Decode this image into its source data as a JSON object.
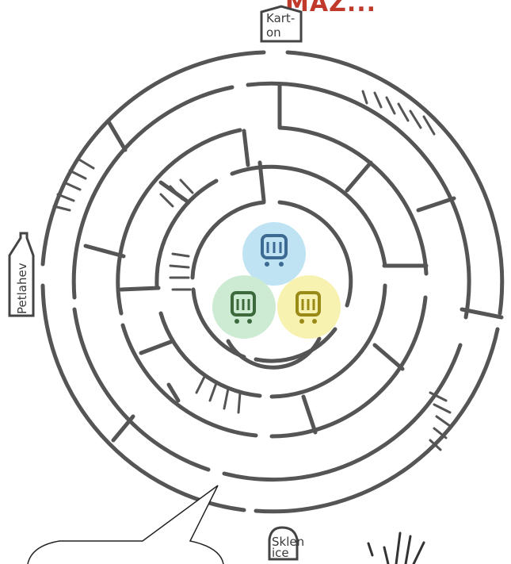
{
  "top_title_fragment": "MAZ...",
  "labels": {
    "carton": "Kart-\non",
    "pet": "Petlahev",
    "glass": "Sklen\nice"
  },
  "bins": [
    {
      "name": "blue-bin",
      "color": "#bfe3f3",
      "bin_color": "#3d6a93"
    },
    {
      "name": "green-bin",
      "color": "#cdebd3",
      "bin_color": "#3c6a3c"
    },
    {
      "name": "yellow-bin",
      "color": "#f7f2b0",
      "bin_color": "#9a8a17"
    }
  ],
  "speech_bubble_text": ""
}
